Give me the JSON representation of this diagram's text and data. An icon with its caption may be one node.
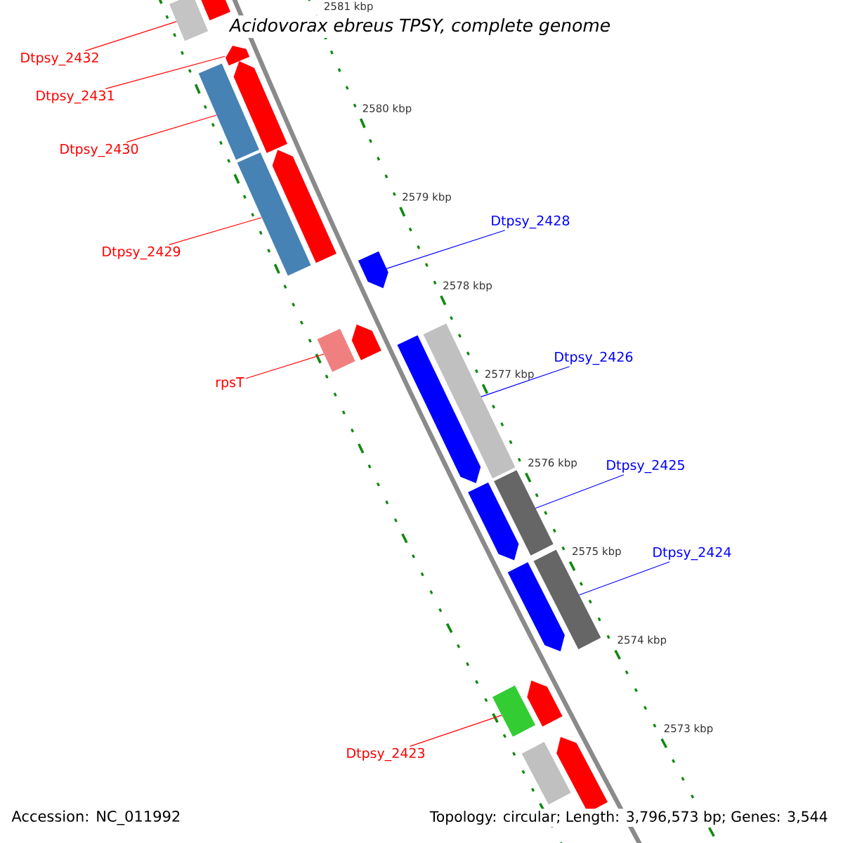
{
  "diagram": {
    "title": "Acidovorax ebreus TPSY, complete genome",
    "nodes": [
      {
        "text": [
          "Dtpsy_2432"
        ]
      },
      {
        "text": [
          "Dtpsy_2431"
        ]
      },
      {
        "text": [
          "Dtpsy_2430"
        ]
      },
      {
        "text": [
          "Dtpsy_2429"
        ]
      },
      {
        "text": [
          "rpsT"
        ]
      },
      {
        "text": [
          "Dtpsy_2423"
        ]
      },
      {
        "text": [
          "Dtpsy_2428"
        ]
      },
      {
        "text": [
          "Dtpsy_2426"
        ]
      },
      {
        "text": [
          "Dtpsy_2425"
        ]
      },
      {
        "text": [
          "Dtpsy_2424"
        ]
      },
      {
        "text": [],
        "shape": "box"
      },
      {
        "text": [],
        "shape": "arrow"
      },
      {
        "text": [],
        "shape": "arrow"
      },
      {
        "text": [],
        "shape": "box"
      },
      {
        "text": [],
        "shape": "arrow"
      },
      {
        "text": [],
        "shape": "box"
      },
      {
        "text": [],
        "shape": "arrow"
      },
      {
        "text": [],
        "shape": "arrow"
      },
      {
        "text": [],
        "shape": "box"
      },
      {
        "text": [],
        "shape": "arrow"
      },
      {
        "text": [],
        "shape": "arrow"
      },
      {
        "text": [],
        "shape": "box"
      },
      {
        "text": [],
        "shape": "arrow"
      },
      {
        "text": [],
        "shape": "box"
      },
      {
        "text": [],
        "shape": "arrow"
      },
      {
        "text": [],
        "shape": "box"
      },
      {
        "text": [],
        "shape": "box"
      },
      {
        "text": [],
        "shape": "arrow"
      },
      {
        "text": [],
        "shape": "box"
      },
      {
        "text": [],
        "shape": "arrow"
      }
    ],
    "edges": [
      {
        "from": 0,
        "to": 10,
        "arrow": "none"
      },
      {
        "from": 1,
        "to": 12,
        "arrow": "none"
      },
      {
        "from": 2,
        "to": 13,
        "arrow": "none"
      },
      {
        "from": 3,
        "to": 15,
        "arrow": "none"
      },
      {
        "from": 4,
        "to": 18,
        "arrow": "none"
      },
      {
        "from": 5,
        "to": 26,
        "arrow": "none"
      },
      {
        "from": 6,
        "to": 17,
        "arrow": "none",
        "color": "#0000ff"
      },
      {
        "from": 7,
        "to": 21,
        "arrow": "none",
        "color": "#0000ff"
      },
      {
        "from": 8,
        "to": 23,
        "arrow": "none",
        "color": "#0000ff"
      },
      {
        "from": 9,
        "to": 25,
        "arrow": "none",
        "color": "#0000ff"
      }
    ],
    "labels": [
      "2581 kbp",
      "2580 kbp",
      "2579 kbp",
      "2578 kbp",
      "2577 kbp",
      "2576 kbp",
      "2575 kbp",
      "2574 kbp",
      "2573 kbp",
      "Accession: NC_011992",
      "Topology: circular; Length: 3,796,573 bp; Genes: 3,544"
    ]
  }
}
